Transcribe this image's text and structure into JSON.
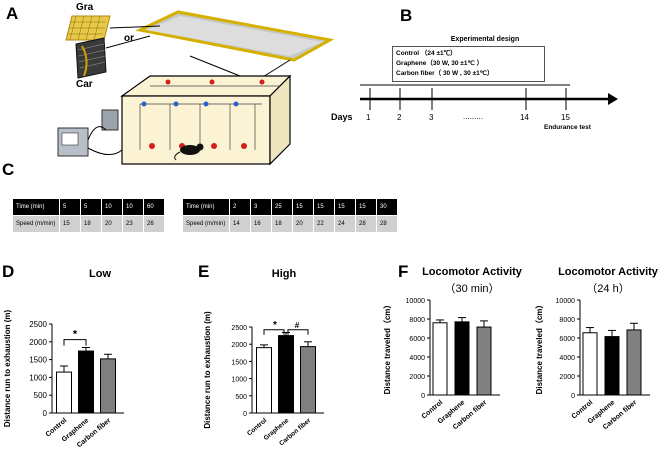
{
  "panels": {
    "A": {
      "letter": "A",
      "label_gra": "Gra",
      "label_or": "or",
      "label_car": "Car"
    },
    "B": {
      "letter": "B",
      "title": "Experimental design",
      "lines": [
        "Control （24 ±1℃）",
        "Graphene（30 W, 30 ±1℃ ）",
        "Carbon fiber（ 30 W , 30 ±1℃）"
      ],
      "days_label": "Days",
      "ticks": [
        "1",
        "2",
        "3",
        "14",
        "15"
      ],
      "ellipsis": ".........",
      "endurance": "Endurance test"
    },
    "C": {
      "letter": "C",
      "table1": {
        "header": [
          "Time (min)",
          "5",
          "5",
          "10",
          "10",
          "60"
        ],
        "body": [
          "Speed (m/min)",
          "15",
          "18",
          "20",
          "23",
          "26"
        ]
      },
      "table2": {
        "header": [
          "Time (min)",
          "2",
          "3",
          "25",
          "15",
          "15",
          "15",
          "15",
          "30"
        ],
        "body": [
          "Speed (m/min)",
          "14",
          "16",
          "18",
          "20",
          "22",
          "24",
          "28",
          "28"
        ]
      }
    },
    "D": {
      "letter": "D"
    },
    "E": {
      "letter": "E"
    },
    "F": {
      "letter": "F"
    }
  },
  "colors": {
    "control": "#ffffff",
    "graphene": "#000000",
    "carbon": "#808080"
  },
  "chart_data": [
    {
      "id": "D",
      "type": "bar",
      "title": "Low",
      "ylabel": "Distance run to exhaustion (m)",
      "categories": [
        "Control",
        "Graphene",
        "Carbon fiber"
      ],
      "values": [
        1150,
        1740,
        1520
      ],
      "errors": [
        170,
        100,
        130
      ],
      "ylim": [
        0,
        2500
      ],
      "yticks": [
        "0",
        "500",
        "1000",
        "1500",
        "2000",
        "2500"
      ],
      "annotation": "*"
    },
    {
      "id": "E",
      "type": "bar",
      "title": "High",
      "ylabel": "Distance run to exhaustion (m)",
      "categories": [
        "Control",
        "Graphene",
        "Carbon fiber"
      ],
      "values": [
        1900,
        2250,
        1930
      ],
      "errors": [
        80,
        90,
        140
      ],
      "ylim": [
        0,
        2500
      ],
      "yticks": [
        "0",
        "500",
        "1000",
        "1500",
        "2000",
        "2500"
      ],
      "annotations": [
        "*",
        "#"
      ]
    },
    {
      "id": "F1",
      "type": "bar",
      "title": "Locomotor Activity",
      "subtitle": "（30 min）",
      "ylabel": "Distance traveled（cm）",
      "categories": [
        "Control",
        "Graphene",
        "Carbon fiber"
      ],
      "values": [
        7600,
        7700,
        7150
      ],
      "errors": [
        300,
        450,
        650
      ],
      "ylim": [
        0,
        10000
      ],
      "yticks": [
        "0",
        "2000",
        "4000",
        "6000",
        "8000",
        "10000"
      ]
    },
    {
      "id": "F2",
      "type": "bar",
      "title": "Locomotor Activity",
      "subtitle": "（24 h）",
      "ylabel": "Distance traveled（cm）",
      "categories": [
        "Control",
        "Graphene",
        "Carbon fiber"
      ],
      "values": [
        6550,
        6150,
        6850
      ],
      "errors": [
        550,
        650,
        700
      ],
      "ylim": [
        0,
        10000
      ],
      "yticks": [
        "0",
        "2000",
        "4000",
        "6000",
        "8000",
        "10000"
      ]
    }
  ]
}
